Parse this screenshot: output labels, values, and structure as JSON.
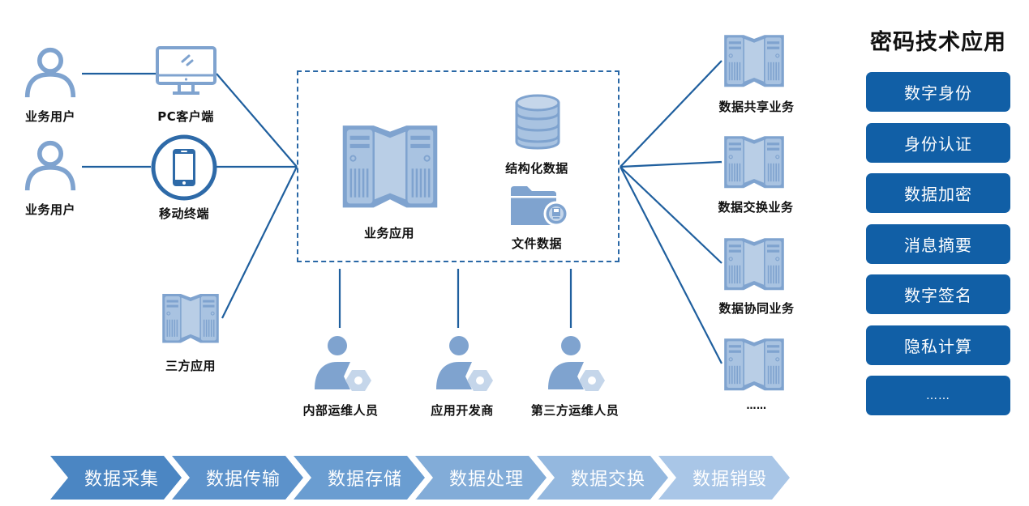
{
  "colors": {
    "line": "#1f5f9e",
    "icon_fill": "#7fa3cf",
    "icon_light": "#c5d6ea",
    "icon_dark": "#2e6aa8",
    "crypto_button": "#115fa6",
    "stage_colors": [
      "#4b86c3",
      "#5c92cb",
      "#6a9dd1",
      "#82acd8",
      "#94b8df",
      "#a9c6e7"
    ]
  },
  "left": {
    "users": [
      {
        "label": "业务用户",
        "icon": "user-outline-icon"
      },
      {
        "label": "业务用户",
        "icon": "user-outline-icon"
      }
    ],
    "terminals": [
      {
        "label": "PC客户端",
        "icon": "monitor-icon"
      },
      {
        "label": "移动终端",
        "icon": "mobile-phone-icon"
      }
    ],
    "third_party": {
      "label": "三方应用",
      "icon": "server-icon"
    }
  },
  "center": {
    "business_app": {
      "label": "业务应用",
      "icon": "server-icon"
    },
    "structured_data": {
      "label": "结构化数据",
      "icon": "database-icon"
    },
    "file_data": {
      "label": "文件数据",
      "icon": "folder-icon"
    }
  },
  "operators": [
    {
      "label": "内部运维人员",
      "icon": "user-gear-icon"
    },
    {
      "label": "应用开发商",
      "icon": "user-gear-icon"
    },
    {
      "label": "第三方运维人员",
      "icon": "user-gear-icon"
    }
  ],
  "right_services": [
    {
      "label": "数据共享业务"
    },
    {
      "label": "数据交换业务"
    },
    {
      "label": "数据协同业务"
    },
    {
      "label": "……"
    }
  ],
  "crypto": {
    "title": "密码技术应用",
    "items": [
      "数字身份",
      "身份认证",
      "数据加密",
      "消息摘要",
      "数字签名",
      "隐私计算",
      "……"
    ]
  },
  "lifecycle": [
    "数据采集",
    "数据传输",
    "数据存储",
    "数据处理",
    "数据交换",
    "数据销毁"
  ]
}
